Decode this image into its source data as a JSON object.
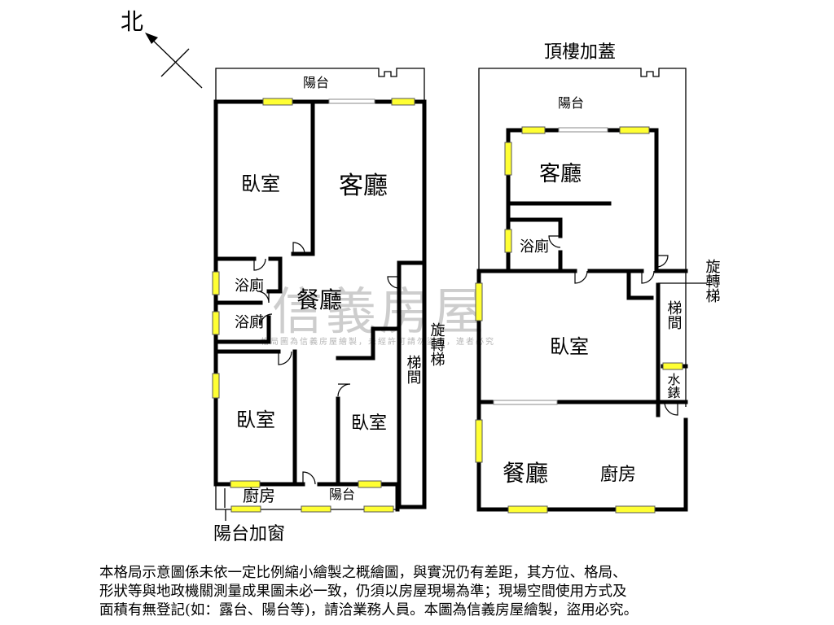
{
  "north_label": "北",
  "rooftop_title": "頂樓加蓋",
  "watermark": {
    "brand": "信義房屋",
    "small": "格局圖為信義房屋繪製，未經許可請勿盜用，違者必究"
  },
  "left_plan": {
    "balcony_top": "陽台",
    "bedroom_nw": "臥室",
    "living": "客廳",
    "bath_1": "浴廁",
    "bath_2": "浴廁",
    "dining": "餐廳",
    "spiral": "旋轉梯",
    "stairwell": "梯間",
    "bedroom_sw": "臥室",
    "bedroom_s": "臥室",
    "kitchen": "廚房",
    "balcony_bottom": "陽台",
    "balcony_window": "陽台加窗"
  },
  "right_plan": {
    "balcony": "陽台",
    "living": "客廳",
    "bath": "浴廁",
    "spiral": "旋轉梯",
    "stairwell": "梯間",
    "bedroom": "臥室",
    "water_meter": "水錶",
    "dining": "餐廳",
    "kitchen": "廚房"
  },
  "disclaimer": [
    "本格局示意圖係未依一定比例縮小繪製之概繪圖，與實況仍有差距，其方位、格局、",
    "形狀等與地政機關測量成果圖未必一致，仍須以房屋現場為準；現場空間使用方式及",
    "面積有無登記(如：露台、陽台等)，請洽業務人員。本圖為信義房屋繪製，盜用必究。"
  ]
}
